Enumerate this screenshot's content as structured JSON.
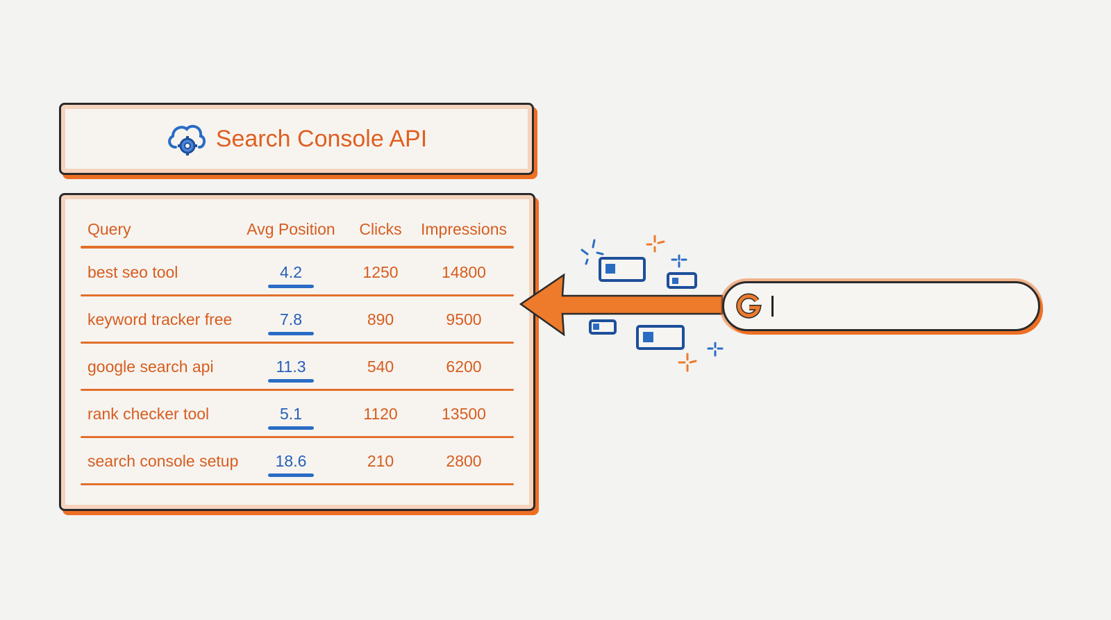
{
  "header": {
    "title": "Search Console API",
    "icon": "cloud-gear-icon"
  },
  "table": {
    "columns": [
      "Query",
      "Avg Position",
      "Clicks",
      "Impressions"
    ],
    "rows": [
      {
        "query": "best seo tool",
        "position": "4.2",
        "clicks": "1250",
        "impressions": "14800"
      },
      {
        "query": "keyword tracker free",
        "position": "7.8",
        "clicks": "890",
        "impressions": "9500"
      },
      {
        "query": "google search api",
        "position": "11.3",
        "clicks": "540",
        "impressions": "6200"
      },
      {
        "query": "rank checker tool",
        "position": "5.1",
        "clicks": "1120",
        "impressions": "13500"
      },
      {
        "query": "search console setup",
        "position": "18.6",
        "clicks": "210",
        "impressions": "2800"
      }
    ]
  },
  "search": {
    "icon": "google-g-icon",
    "value": ""
  },
  "colors": {
    "accent": "#e8672a",
    "blue": "#2a6cc4",
    "background": "#f3f3f1"
  }
}
